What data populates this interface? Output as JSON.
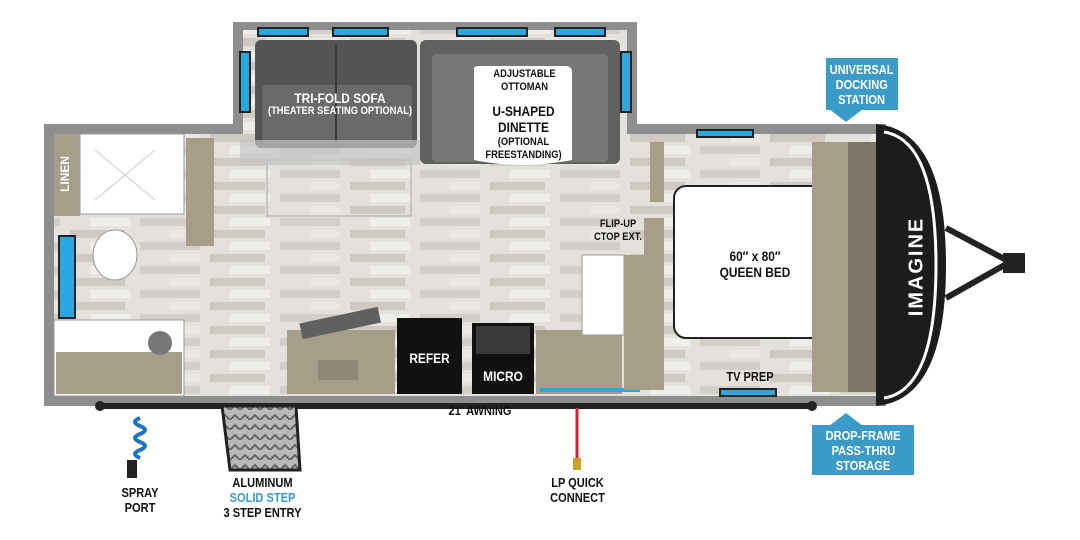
{
  "labels": {
    "sofa_title": "TRI-FOLD SOFA",
    "sofa_sub": "(THEATER SEATING OPTIONAL)",
    "ottoman_1": "ADJUSTABLE",
    "ottoman_2": "OTTOMAN",
    "dinette_1": "U-SHAPED",
    "dinette_2": "DINETTE",
    "dinette_3": "(OPTIONAL",
    "dinette_4": "FREESTANDING)",
    "linen": "LINEN",
    "flipup_1": "FLIP-UP",
    "flipup_2": "CTOP EXT.",
    "bed_1": "60″ x 80″",
    "bed_2": "QUEEN BED",
    "refer": "REFER",
    "micro": "MICRO",
    "tv_prep": "TV PREP",
    "awning": "21' AWNING",
    "spray_1": "SPRAY",
    "spray_2": "PORT",
    "step_1": "ALUMINUM",
    "step_2": "SOLID STEP",
    "step_3": "3 STEP ENTRY",
    "lp_1": "LP QUICK",
    "lp_2": "CONNECT",
    "brand": "IMAGINE"
  },
  "callouts": {
    "docking_1": "UNIVERSAL",
    "docking_2": "DOCKING",
    "docking_3": "STATION",
    "storage_1": "DROP-FRAME",
    "storage_2": "PASS-THRU",
    "storage_3": "STORAGE"
  },
  "colors": {
    "accent_blue": "#3a9bc8",
    "window_blue": "#29a8e0",
    "wall_gray": "#8e8e8e",
    "cabinet_tan": "#a69e88",
    "floor": "#e2dfda",
    "lp_red": "#d3252b"
  }
}
